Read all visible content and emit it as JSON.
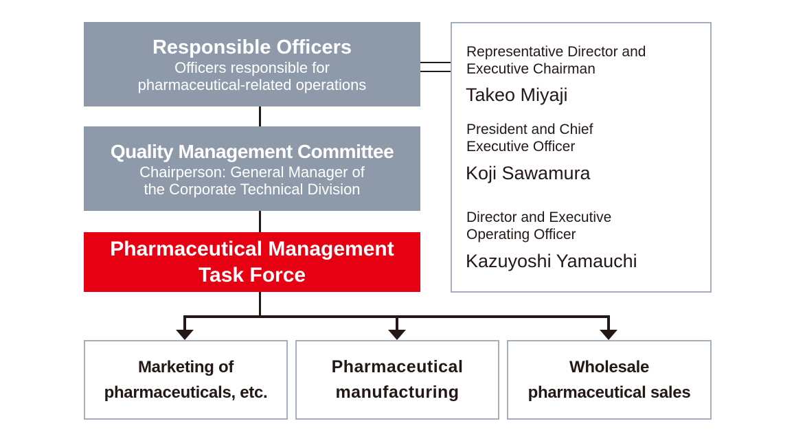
{
  "responsible_officers": {
    "title": "Responsible Officers",
    "subtitle_line1": "Officers responsible for",
    "subtitle_line2": "pharmaceutical-related operations"
  },
  "quality_committee": {
    "title": "Quality Management Committee",
    "subtitle_line1": "Chairperson: General Manager of",
    "subtitle_line2": "the Corporate Technical Division"
  },
  "task_force": {
    "title_line1": "Pharmaceutical Management",
    "title_line2": "Task Force"
  },
  "officers": [
    {
      "role_line1": "Representative Director and",
      "role_line2": "Executive Chairman",
      "name": "Takeo Miyaji"
    },
    {
      "role_line1": "President and Chief",
      "role_line2": "Executive Officer",
      "name": "Koji Sawamura"
    },
    {
      "role_line1": "Director and Executive",
      "role_line2": "Operating Officer",
      "name": "Kazuyoshi Yamauchi"
    }
  ],
  "divisions": [
    {
      "line1": "Marketing of",
      "line2": "pharmaceuticals, etc."
    },
    {
      "line1": "Pharmaceutical",
      "line2": "manufacturing"
    },
    {
      "line1": "Wholesale",
      "line2": "pharmaceutical sales"
    }
  ],
  "colors": {
    "gray": "#8e9aa9",
    "red": "#e60012",
    "line": "#231815"
  }
}
